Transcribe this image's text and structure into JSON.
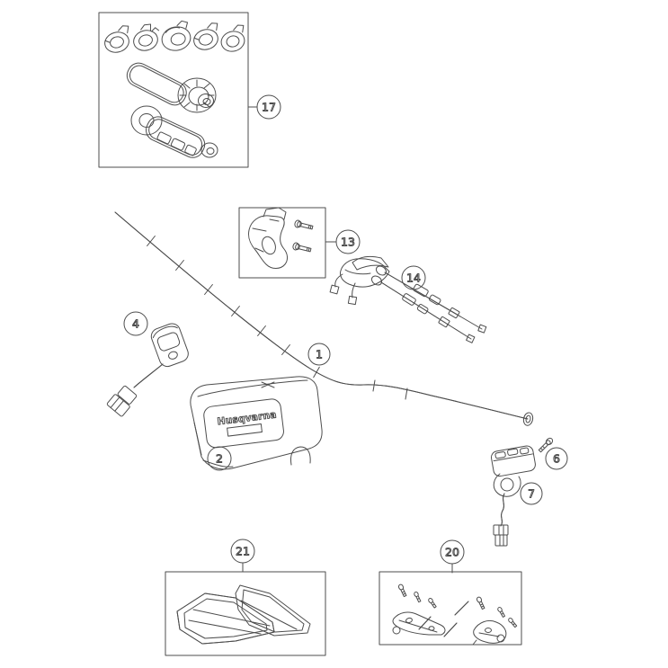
{
  "diagram": {
    "background_color": "#ffffff",
    "line_color": "#4d4d4d",
    "label_text_color": "#2b2b2b",
    "pad_brand_text": "Husqvarna",
    "callouts": [
      {
        "ref": "17"
      },
      {
        "ref": "13"
      },
      {
        "ref": "14"
      },
      {
        "ref": "4"
      },
      {
        "ref": "1"
      },
      {
        "ref": "2"
      },
      {
        "ref": "6"
      },
      {
        "ref": "7"
      },
      {
        "ref": "21"
      },
      {
        "ref": "20"
      }
    ]
  }
}
